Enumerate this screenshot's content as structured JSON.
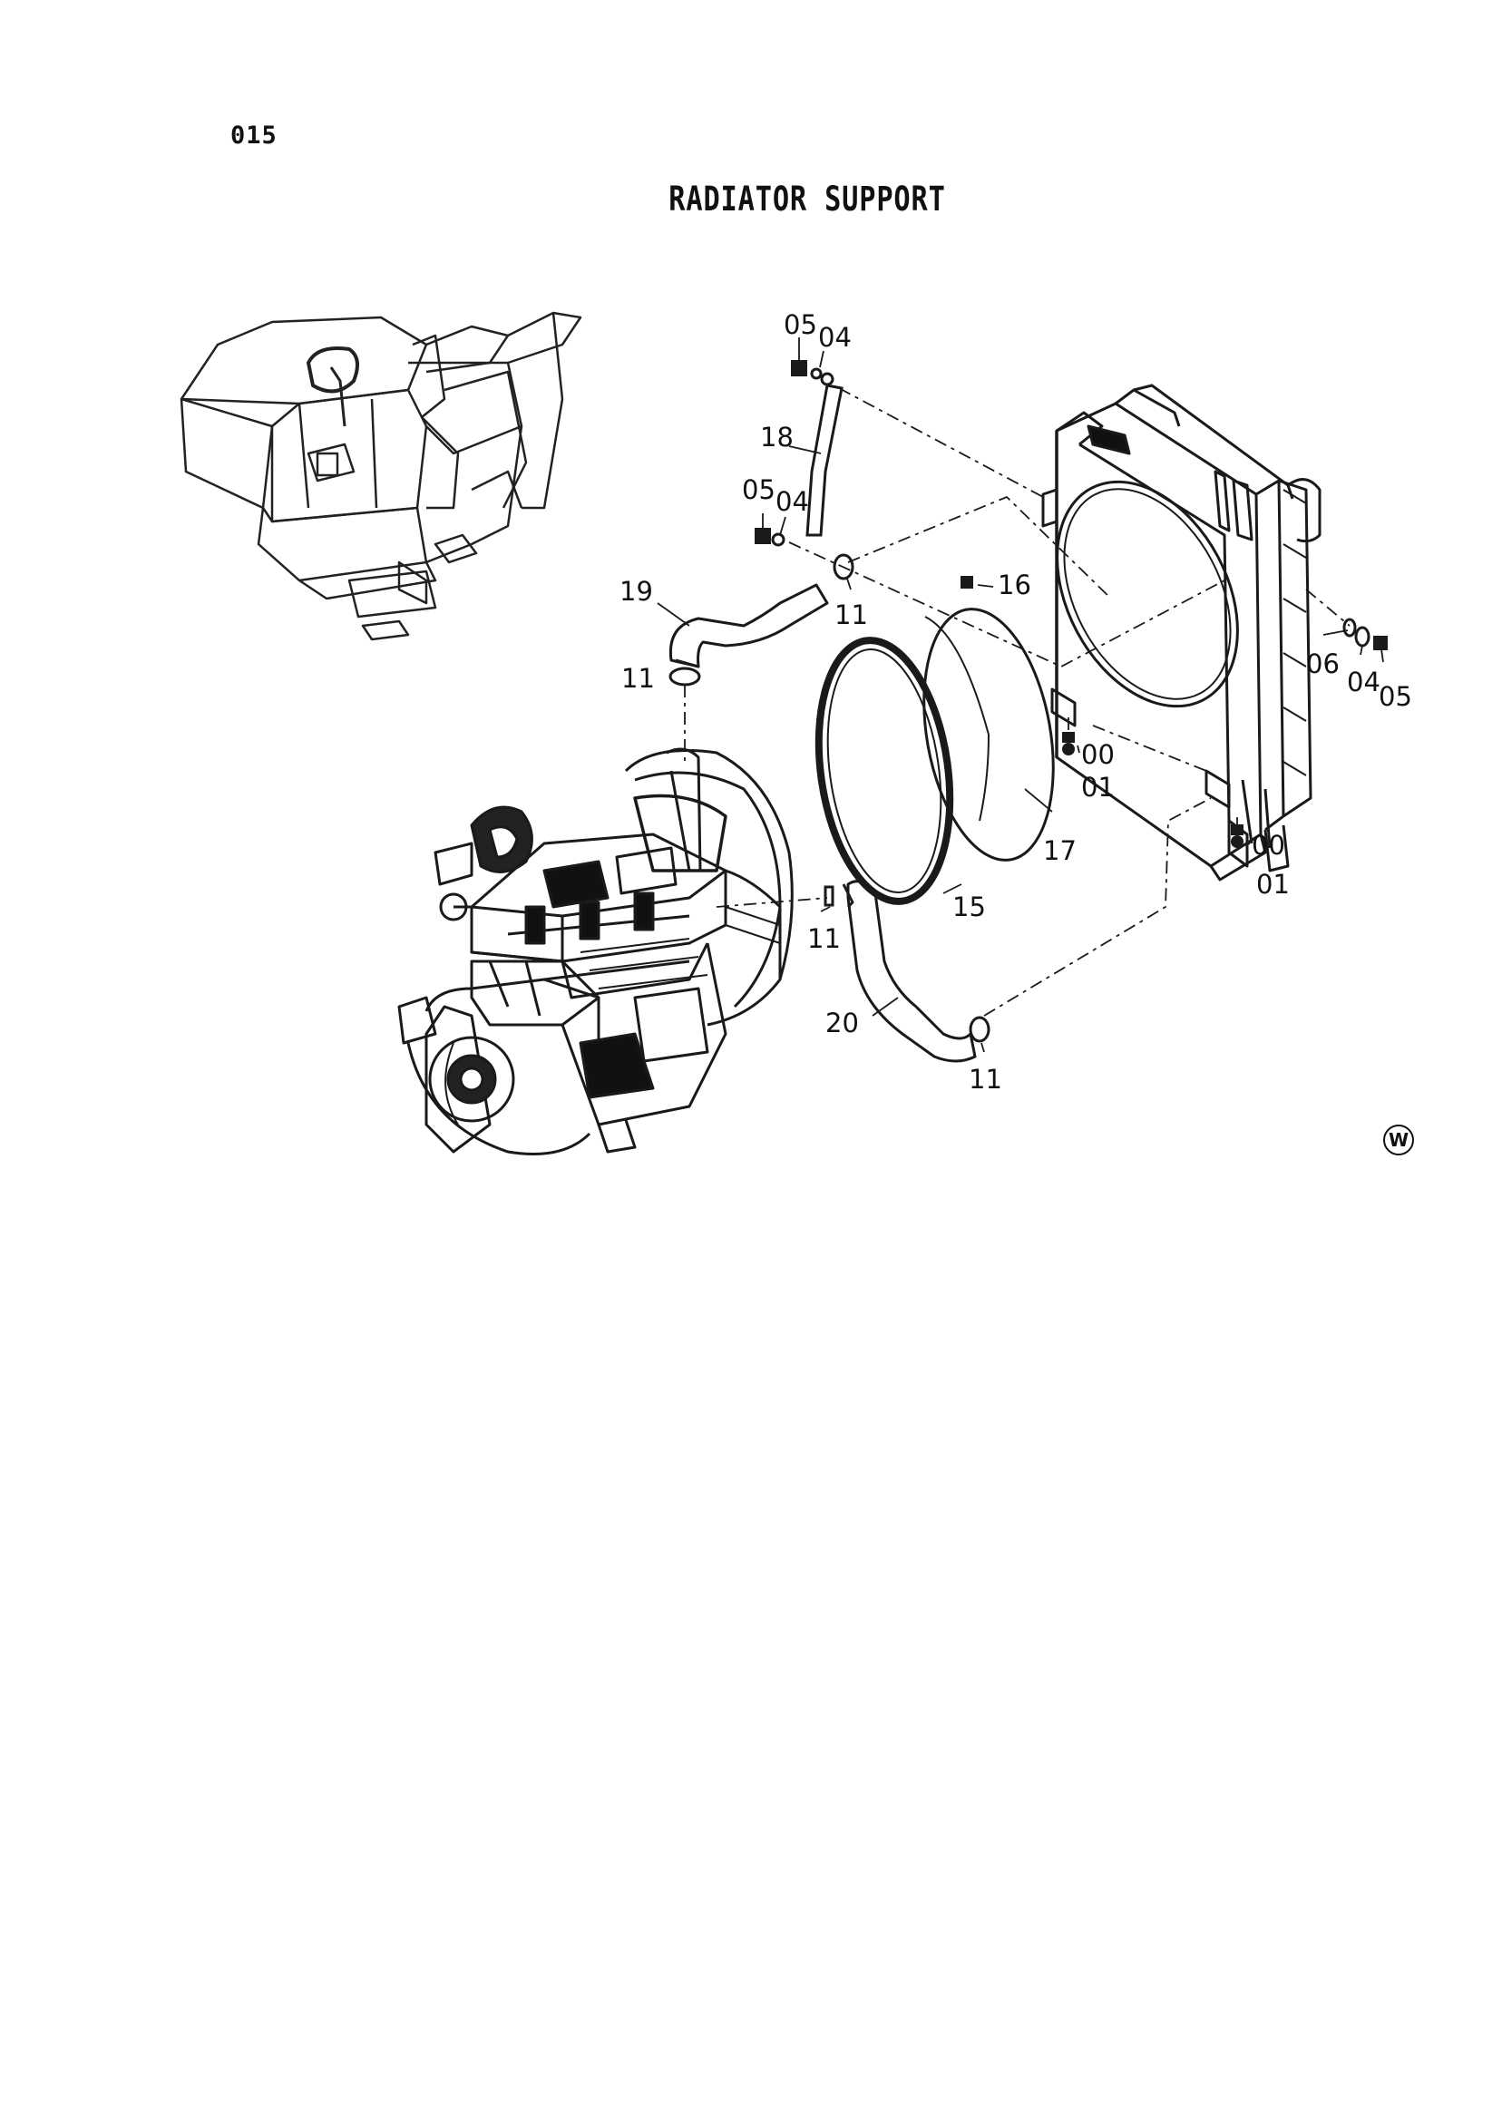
{
  "header": {
    "page_number": "015",
    "title": "RADIATOR SUPPORT"
  },
  "callouts": {
    "c05_top": "05",
    "c04_top": "04",
    "c18": "18",
    "c05_mid": "05",
    "c04_mid": "04",
    "c19": "19",
    "c11_a": "11",
    "c16": "16",
    "c11_b": "11",
    "c06": "06",
    "c04_right": "04",
    "c05_right": "05",
    "c00_mid": "00",
    "c01_mid": "01",
    "c17": "17",
    "c00_right": "00",
    "c01_right": "01",
    "c15": "15",
    "c11_c": "11",
    "c20": "20",
    "c11_d": "11"
  },
  "footer": {
    "mark_letter": "W"
  }
}
